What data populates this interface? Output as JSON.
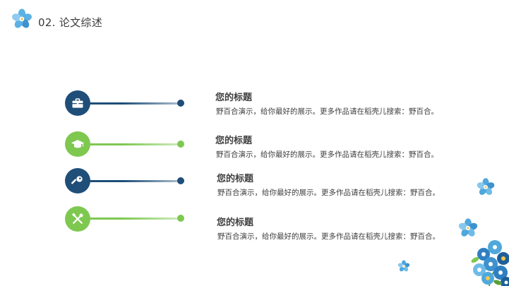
{
  "slide": {
    "title": "02. 论文综述"
  },
  "colors": {
    "navy": "#1f4e79",
    "green": "#7ec850",
    "flower_blue": "#4fa8dc"
  },
  "items": [
    {
      "icon": "briefcase-icon",
      "color": "navy",
      "title": "您的标题",
      "text": "野百合演示，给你最好的展示。更多作品请在稻壳儿搜索：野百合。"
    },
    {
      "icon": "graduation-cap-icon",
      "color": "green",
      "title": "您的标题",
      "text": "野百合演示，给你最好的展示。更多作品请在稻壳儿搜索：野百合。"
    },
    {
      "icon": "key-icon",
      "color": "navy",
      "title": "您的标题",
      "text": "野百合演示，给你最好的展示。更多作品请在稻壳儿搜索：野百合。"
    },
    {
      "icon": "tools-icon",
      "color": "green",
      "title": "您的标题",
      "text": "野百合演示，给你最好的展示。更多作品请在稻壳儿搜索：野百合。"
    }
  ]
}
